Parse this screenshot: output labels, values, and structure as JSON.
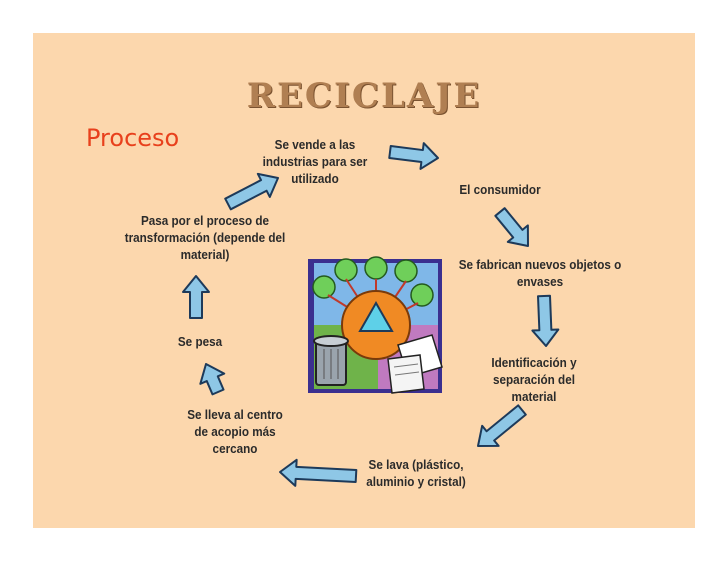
{
  "slide": {
    "title": "RECICLAJE",
    "subtitle": "Proceso"
  },
  "steps": [
    {
      "id": "se-vende",
      "text": "Se vende a las industrias para ser utilizado"
    },
    {
      "id": "consumidor",
      "text": "El consumidor"
    },
    {
      "id": "nuevos-objetos",
      "text": "Se fabrican nuevos objetos o envases"
    },
    {
      "id": "identificacion",
      "text": "Identificación y separación del material"
    },
    {
      "id": "se-lava",
      "text": "Se lava (plástico, aluminio y cristal)"
    },
    {
      "id": "centro-acopio",
      "text": "Se lleva al centro de acopio más cercano"
    },
    {
      "id": "se-pesa",
      "text": "Se pesa"
    },
    {
      "id": "transformacion",
      "text": "Pasa por el proceso de transformación (depende del material)"
    }
  ],
  "colors": {
    "background": "#fcd7ad",
    "arrow_fill": "#8ec7e6",
    "arrow_stroke": "#1d3a5a",
    "title": "#b07f52",
    "subtitle": "#e8401c"
  },
  "icons": {
    "clipart": "recycling-clipart-icon",
    "arrows": "block-arrow-icon"
  }
}
